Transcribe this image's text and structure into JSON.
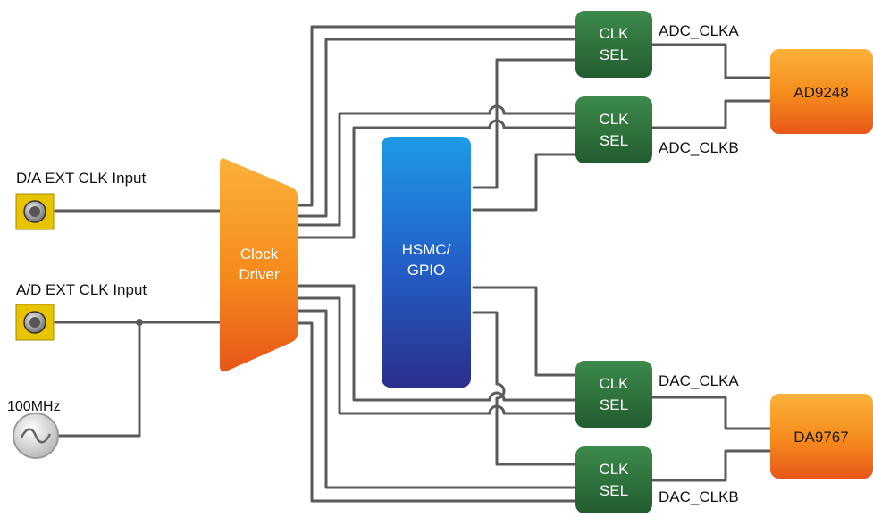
{
  "inputs": {
    "da_ext_label": "D/A EXT CLK Input",
    "ad_ext_label": "A/D EXT CLK Input",
    "osc_label": "100MHz"
  },
  "blocks": {
    "clock_driver": [
      "Clock",
      "Driver"
    ],
    "hsmc": [
      "HSMC/",
      "GPIO"
    ],
    "clk_sel": [
      "CLK",
      "SEL"
    ],
    "adc_chip": "AD9248",
    "dac_chip": "DA9767"
  },
  "signals": {
    "adc_clka": "ADC_CLKA",
    "adc_clkb": "ADC_CLKB",
    "dac_clka": "DAC_CLKA",
    "dac_clkb": "DAC_CLKB"
  },
  "colors": {
    "wire": "#5a5a5a",
    "clk_sel": "#2e6b3a",
    "orange": "#f28c1a",
    "hsmc": "#1f5fcf",
    "connector": "#e8c400"
  }
}
